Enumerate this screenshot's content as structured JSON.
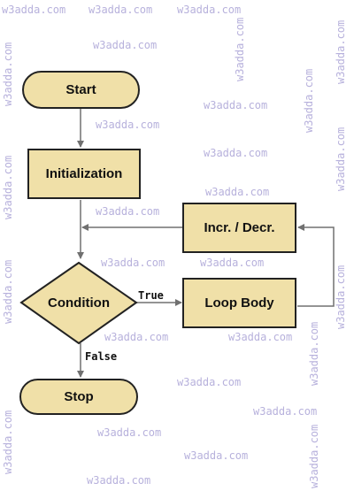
{
  "watermark": "w3adda.com",
  "nodes": {
    "start": "Start",
    "init": "Initialization",
    "incr": "Incr. / Decr.",
    "condition": "Condition",
    "body": "Loop Body",
    "stop": "Stop"
  },
  "edge_labels": {
    "true": "True",
    "false": "False"
  },
  "colors": {
    "node_fill": "#f0e0a8",
    "node_stroke": "#222222",
    "arrow": "#707070",
    "watermark": "#b7b1dc"
  }
}
